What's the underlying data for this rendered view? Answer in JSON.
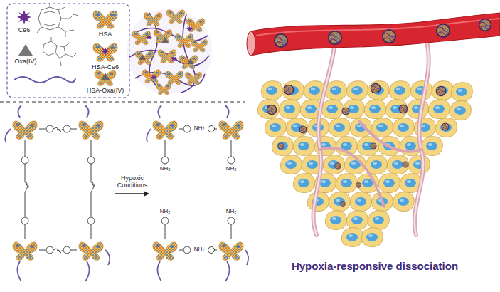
{
  "diagram": {
    "labels": [
      "Hypoxic Conditions",
      "NH₂",
      "NH₂",
      "NH₂",
      "NH₂",
      "NH₂",
      "NH₂",
      "Hypoxia-responsive dissociation"
    ],
    "legend": [
      {
        "text": "Ce6"
      },
      {
        "text": "HSA"
      },
      {
        "text": "Oxa(IV)"
      },
      {
        "text": "HSA-Ce6"
      },
      {
        "text": "HSA-Oxa(IV)"
      }
    ]
  }
}
